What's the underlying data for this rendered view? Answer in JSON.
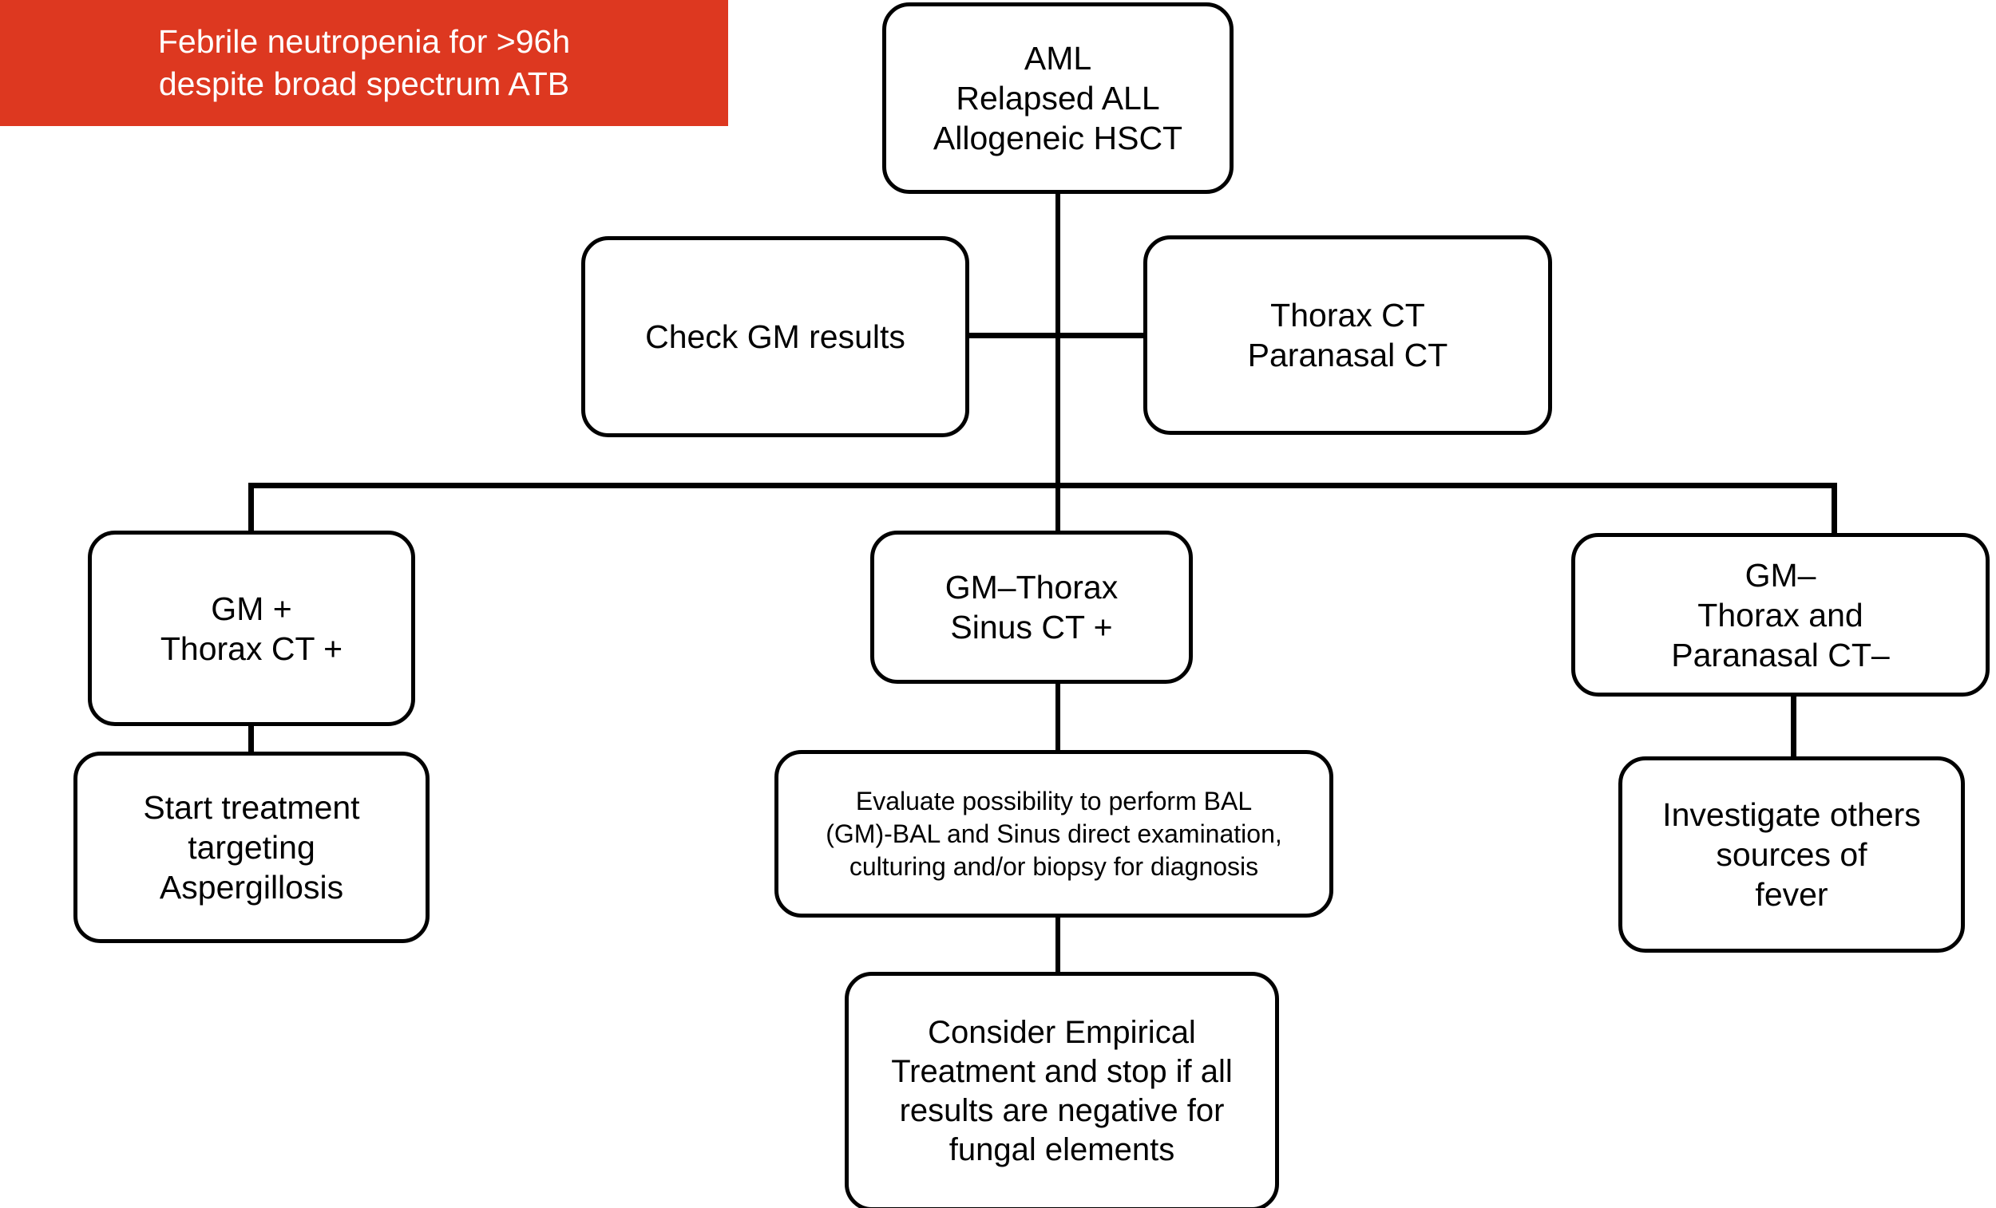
{
  "banner": {
    "name": "febrile-neutropenia-banner",
    "color": "#dd3820",
    "text_color": "#ffffff",
    "lines": [
      "Febrile neutropenia for >96h",
      "despite broad spectrum ATB"
    ]
  },
  "flowchart": {
    "type": "flowchart",
    "orientation": "top-down",
    "nodes": [
      {
        "id": "root",
        "name": "node-diagnosis",
        "lines": [
          "AML",
          "Relapsed ALL",
          "Allogeneic HSCT"
        ]
      },
      {
        "id": "check-gm",
        "name": "node-check-gm-results",
        "lines": [
          "Check GM results"
        ]
      },
      {
        "id": "ct",
        "name": "node-thorax-paranasal-ct",
        "lines": [
          "Thorax CT",
          "Paranasal CT"
        ]
      },
      {
        "id": "branch-left",
        "name": "node-gm-positive-thorax-ct-positive",
        "lines": [
          "GM +",
          "Thorax CT +"
        ]
      },
      {
        "id": "branch-center",
        "name": "node-gm-negative-thorax-sinus-ct-positive",
        "lines": [
          "GM–Thorax",
          "Sinus CT +"
        ]
      },
      {
        "id": "branch-right",
        "name": "node-gm-negative-thorax-paranasal-ct-negative",
        "lines": [
          "GM–",
          "Thorax and",
          "Paranasal CT–"
        ]
      },
      {
        "id": "action-left",
        "name": "node-start-treatment-aspergillosis",
        "lines": [
          "Start treatment",
          "targeting",
          "Aspergillosis"
        ]
      },
      {
        "id": "action-center",
        "name": "node-evaluate-bal",
        "lines": [
          "Evaluate possibility to perform BAL",
          "(GM)-BAL and Sinus direct examination,",
          "culturing and/or biopsy for diagnosis"
        ]
      },
      {
        "id": "action-right",
        "name": "node-investigate-other-sources",
        "lines": [
          "Investigate others",
          "sources of",
          "fever"
        ]
      },
      {
        "id": "action-center-2",
        "name": "node-consider-empirical-treatment",
        "lines": [
          "Consider Empirical",
          "Treatment and stop if all",
          "results are negative for",
          "fungal elements"
        ]
      }
    ],
    "edges": [
      {
        "name": "edge-root-to-split",
        "from": "root",
        "to": "split-bus"
      },
      {
        "name": "edge-check-gm-to-ct",
        "from": "check-gm",
        "to": "ct"
      },
      {
        "name": "edge-split-to-branch-left",
        "from": "split-bus",
        "to": "branch-left"
      },
      {
        "name": "edge-split-to-branch-center",
        "from": "split-bus",
        "to": "branch-center"
      },
      {
        "name": "edge-split-to-branch-right",
        "from": "split-bus",
        "to": "branch-right"
      },
      {
        "name": "edge-branch-left-to-action-left",
        "from": "branch-left",
        "to": "action-left"
      },
      {
        "name": "edge-branch-center-to-action-center",
        "from": "branch-center",
        "to": "action-center"
      },
      {
        "name": "edge-branch-right-to-action-right",
        "from": "branch-right",
        "to": "action-right"
      },
      {
        "name": "edge-action-center-to-action-center-2",
        "from": "action-center",
        "to": "action-center-2"
      }
    ]
  }
}
